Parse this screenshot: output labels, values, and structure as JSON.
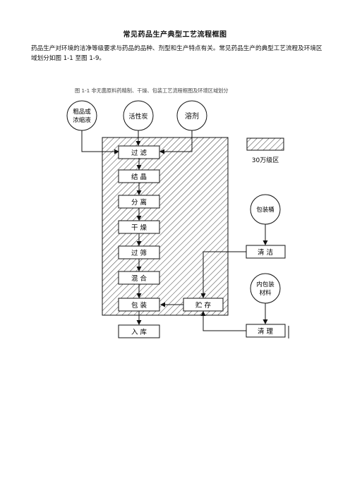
{
  "page": {
    "title": "常见药品生产典型工艺流程框图",
    "intro": "药品生产对环境的洁净等级要求与药品的品种、剂型和生产特点有关。常见药品生产的典型工艺流程及环境区域划分如图 1-1 至图 1-9。"
  },
  "figure": {
    "caption": "图 1-1    非无菌原料药精制、干燥、包装工艺流程框图及环境区域划分",
    "inputs": {
      "crude_line1": "粗品或",
      "crude_line2": "浓缩液",
      "carbon": "活性炭",
      "solvent": "溶剂",
      "drum": "包装桶",
      "inner_line1": "内包装",
      "inner_line2": "材料"
    },
    "steps": [
      "过 滤",
      "结 晶",
      "分 离",
      "干 燥",
      "过 筛",
      "混 合",
      "包 装"
    ],
    "storage": "贮 存",
    "warehouse": "入 库",
    "clean": "清 洁",
    "tidy": "清 理",
    "legend_label": "30万级区"
  }
}
